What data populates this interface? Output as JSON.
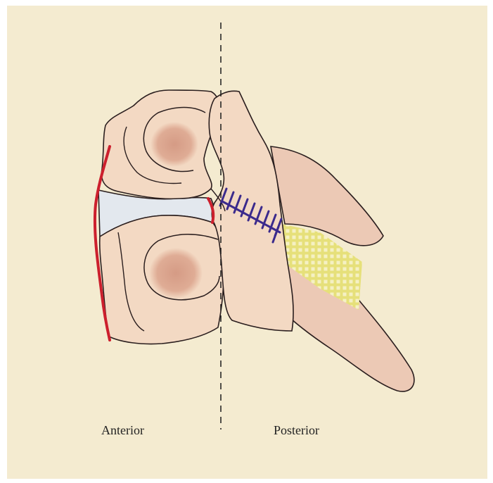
{
  "labels": {
    "anterior": "Anterior",
    "posterior": "Posterior"
  },
  "colors": {
    "background": "#f4ebd0",
    "bone": "#f3d9c3",
    "bone_outline": "#2a1e1e",
    "vertebral_body_center": "#d9a58e",
    "disc": "#e3e8ee",
    "anterior_ligament": "#cc1f2d",
    "facet_joint_hatch": "#3b2a8c",
    "ligamentum_flavum": "#e3de72",
    "midline_dashed": "#1a1a1a"
  },
  "icons": {
    "vertebrae": "vertebral-segment-illustration"
  }
}
